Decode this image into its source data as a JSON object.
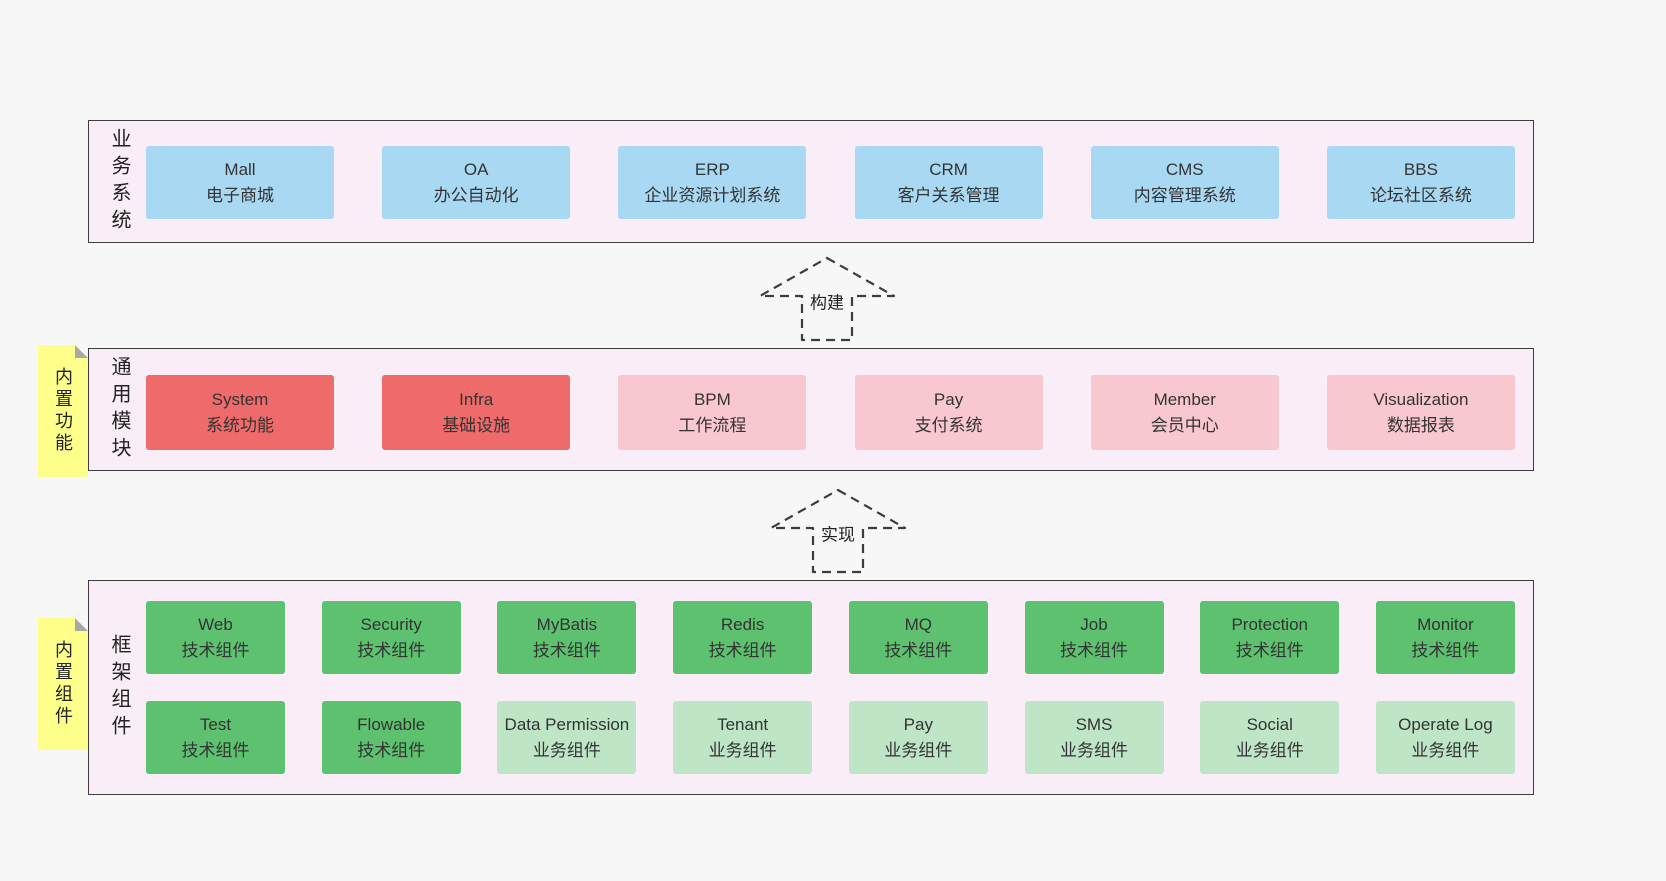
{
  "colors": {
    "page-bg": "#f7f7f7",
    "section-bg": "#f9eef8",
    "section-border": "#3d3d3d",
    "box-blue": "#a9d8f2",
    "box-red": "#ef6a6a",
    "box-pink": "#f9c7d0",
    "box-green-dark": "#5ec170",
    "box-green-light": "#bee5c5",
    "note-yellow": "#feff8b",
    "note-fold": "#a8a8a8",
    "text": "#333333"
  },
  "sections": {
    "business": {
      "label": "业务系统",
      "boxes": [
        {
          "title": "Mall",
          "subtitle": "电子商城"
        },
        {
          "title": "OA",
          "subtitle": "办公自动化"
        },
        {
          "title": "ERP",
          "subtitle": "企业资源计划系统"
        },
        {
          "title": "CRM",
          "subtitle": "客户关系管理"
        },
        {
          "title": "CMS",
          "subtitle": "内容管理系统"
        },
        {
          "title": "BBS",
          "subtitle": "论坛社区系统"
        }
      ]
    },
    "modules": {
      "label": "通用模块",
      "note": "内置功能",
      "boxes": [
        {
          "title": "System",
          "subtitle": "系统功能"
        },
        {
          "title": "Infra",
          "subtitle": "基础设施"
        },
        {
          "title": "BPM",
          "subtitle": "工作流程"
        },
        {
          "title": "Pay",
          "subtitle": "支付系统"
        },
        {
          "title": "Member",
          "subtitle": "会员中心"
        },
        {
          "title": "Visualization",
          "subtitle": "数据报表"
        }
      ]
    },
    "components": {
      "label": "框架组件",
      "note": "内置组件",
      "row1": [
        {
          "title": "Web",
          "subtitle": "技术组件"
        },
        {
          "title": "Security",
          "subtitle": "技术组件"
        },
        {
          "title": "MyBatis",
          "subtitle": "技术组件"
        },
        {
          "title": "Redis",
          "subtitle": "技术组件"
        },
        {
          "title": "MQ",
          "subtitle": "技术组件"
        },
        {
          "title": "Job",
          "subtitle": "技术组件"
        },
        {
          "title": "Protection",
          "subtitle": "技术组件"
        },
        {
          "title": "Monitor",
          "subtitle": "技术组件"
        }
      ],
      "row2": [
        {
          "title": "Test",
          "subtitle": "技术组件"
        },
        {
          "title": "Flowable",
          "subtitle": "技术组件"
        },
        {
          "title": "Data Permission",
          "subtitle": "业务组件"
        },
        {
          "title": "Tenant",
          "subtitle": "业务组件"
        },
        {
          "title": "Pay",
          "subtitle": "业务组件"
        },
        {
          "title": "SMS",
          "subtitle": "业务组件"
        },
        {
          "title": "Social",
          "subtitle": "业务组件"
        },
        {
          "title": "Operate Log",
          "subtitle": "业务组件"
        }
      ]
    }
  },
  "arrows": {
    "build": "构建",
    "implement": "实现"
  }
}
